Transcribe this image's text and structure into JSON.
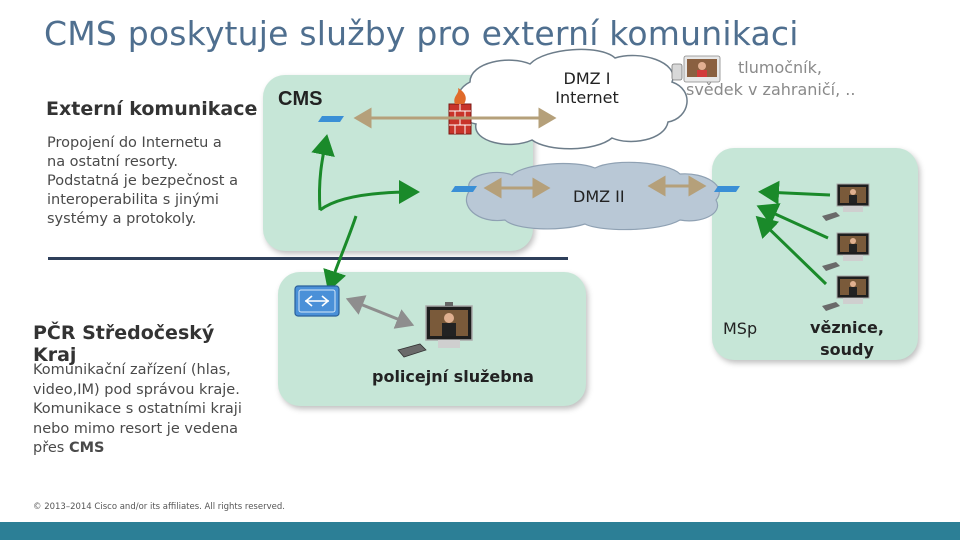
{
  "title": "CMS poskytuje služby pro externí komunikaci",
  "external": {
    "heading": "Externí komunikace",
    "lines": [
      "Propojení do Internetu a",
      "na ostatní resorty.",
      "Podstatná je bezpečnost a",
      "interoperabilita s jinými",
      "systémy a protokoly."
    ]
  },
  "region": {
    "heading_line1": "PČR Středočeský",
    "heading_line2": "Kraj",
    "lines": [
      "Komunikační zařízení (hlas,",
      "video,IM) pod správou kraje.",
      "Komunikace s ostatními kraji",
      "nebo mimo resort je vedena"
    ],
    "last_prefix": "přes ",
    "last_bold": "CMS"
  },
  "diagram": {
    "cms_label": "CMS",
    "dmz1_line1": "DMZ I",
    "dmz1_line2": "Internet",
    "dmz2_label": "DMZ II",
    "interpreter_line1": "tlumočník,",
    "interpreter_line2": "svědek v zahraničí, ..",
    "station_label": "policejní služebna",
    "msp_label": "MSp",
    "prisons_line1": "věznice,",
    "prisons_line2": "soudy"
  },
  "colors": {
    "panel": "#c6e6d7",
    "green_arrow": "#1a8a2a",
    "tan_arrow": "#b5a07a",
    "title": "#4f6f8f",
    "footer_bar": "#2c7f96"
  },
  "footer": "© 2013–2014  Cisco and/or its affiliates. All rights reserved."
}
